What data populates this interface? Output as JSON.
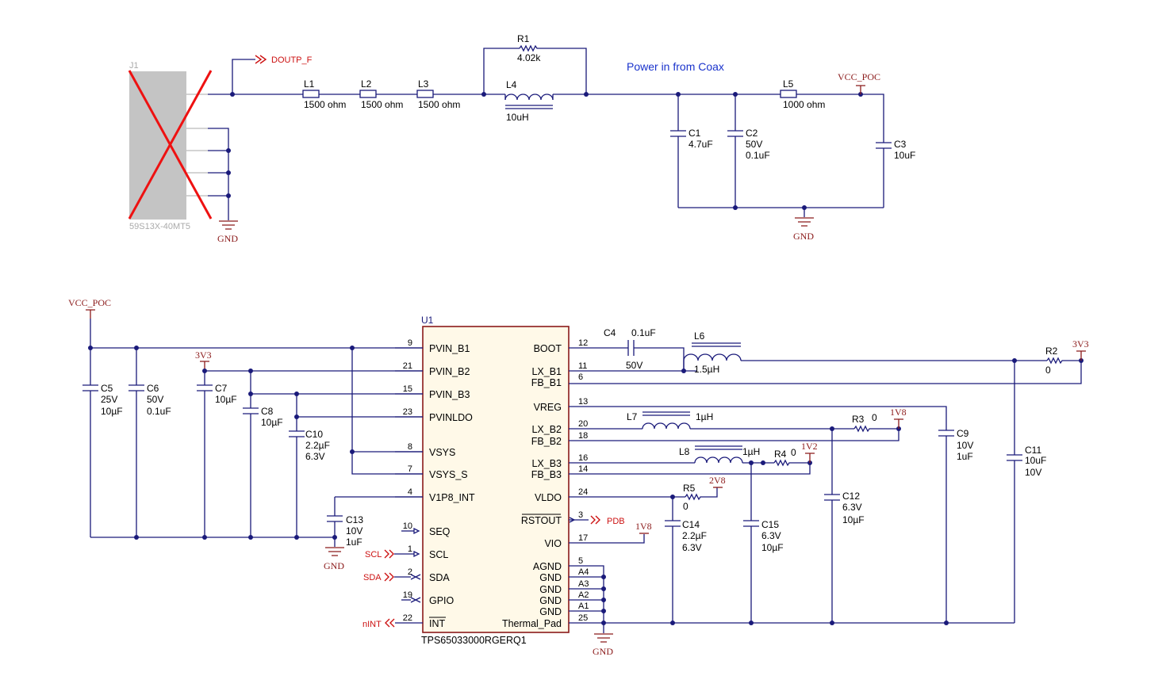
{
  "annotation": "Power in from Coax",
  "connector": {
    "ref": "J1",
    "part": "59S13X-40MT5"
  },
  "ic": {
    "ref": "U1",
    "part": "TPS65033000RGERQ1",
    "left_pins": [
      {
        "name": "PVIN_B1",
        "num": "9"
      },
      {
        "name": "PVIN_B2",
        "num": "21"
      },
      {
        "name": "PVIN_B3",
        "num": "15"
      },
      {
        "name": "PVINLDO",
        "num": "23"
      },
      {
        "name": "VSYS",
        "num": "8"
      },
      {
        "name": "VSYS_S",
        "num": "7"
      },
      {
        "name": "V1P8_INT",
        "num": "4"
      },
      {
        "name": "SEQ",
        "num": "10"
      },
      {
        "name": "SCL",
        "num": "1"
      },
      {
        "name": "SDA",
        "num": "2"
      },
      {
        "name": "GPIO",
        "num": "19"
      },
      {
        "name": "INT",
        "num": "22"
      }
    ],
    "right_pins": [
      {
        "name": "BOOT",
        "num": "12"
      },
      {
        "name": "LX_B1",
        "num": "11"
      },
      {
        "name": "FB_B1",
        "num": "6"
      },
      {
        "name": "VREG",
        "num": "13"
      },
      {
        "name": "LX_B2",
        "num": "20"
      },
      {
        "name": "FB_B2",
        "num": "18"
      },
      {
        "name": "LX_B3",
        "num": "16"
      },
      {
        "name": "FB_B3",
        "num": "14"
      },
      {
        "name": "VLDO",
        "num": "24"
      },
      {
        "name": "RSTOUT",
        "num": "3"
      },
      {
        "name": "VIO",
        "num": "17"
      },
      {
        "name": "AGND",
        "num": "5"
      },
      {
        "name": "GND",
        "num": "A4"
      },
      {
        "name": "GND",
        "num": "A3"
      },
      {
        "name": "GND",
        "num": "A2"
      },
      {
        "name": "GND",
        "num": "A1"
      },
      {
        "name": "Thermal_Pad",
        "num": "25"
      }
    ]
  },
  "components": {
    "R1": {
      "ref": "R1",
      "value": "4.02k"
    },
    "L1": {
      "ref": "L1",
      "value": "1500 ohm"
    },
    "L2": {
      "ref": "L2",
      "value": "1500 ohm"
    },
    "L3": {
      "ref": "L3",
      "value": "1500 ohm"
    },
    "L4": {
      "ref": "L4",
      "value": "10uH"
    },
    "L5": {
      "ref": "L5",
      "value": "1000 ohm"
    },
    "C1": {
      "ref": "C1",
      "value": "4.7uF"
    },
    "C2": {
      "ref": "C2",
      "v1": "50V",
      "v2": "0.1uF"
    },
    "C3": {
      "ref": "C3",
      "value": "10uF"
    },
    "C4": {
      "ref": "C4",
      "value": "0.1uF",
      "v2": "50V"
    },
    "L6": {
      "ref": "L6",
      "value": "1.5µH"
    },
    "R2": {
      "ref": "R2",
      "value": "0"
    },
    "L7": {
      "ref": "L7",
      "value": "1µH"
    },
    "R3": {
      "ref": "R3",
      "value": "0"
    },
    "L8": {
      "ref": "L8",
      "value": "1µH"
    },
    "R4": {
      "ref": "R4",
      "value": "0"
    },
    "R5": {
      "ref": "R5",
      "value": "0"
    },
    "C5": {
      "ref": "C5",
      "v1": "25V",
      "v2": "10µF"
    },
    "C6": {
      "ref": "C6",
      "v1": "50V",
      "v2": "0.1uF"
    },
    "C7": {
      "ref": "C7",
      "value": "10µF"
    },
    "C8": {
      "ref": "C8",
      "value": "10µF"
    },
    "C10": {
      "ref": "C10",
      "v1": "2.2µF",
      "v2": "6.3V"
    },
    "C13": {
      "ref": "C13",
      "v1": "10V",
      "v2": "1uF"
    },
    "C9": {
      "ref": "C9",
      "v1": "10V",
      "v2": "1uF"
    },
    "C11": {
      "ref": "C11",
      "v1": "10uF",
      "v2": "10V"
    },
    "C12": {
      "ref": "C12",
      "v1": "6.3V",
      "v2": "10µF"
    },
    "C14": {
      "ref": "C14",
      "v1": "2.2µF",
      "v2": "6.3V"
    },
    "C15": {
      "ref": "C15",
      "v1": "6.3V",
      "v2": "10µF"
    }
  },
  "nets": {
    "doutp": "DOUTP_F",
    "vcc_poc": "VCC_POC",
    "gnd": "GND",
    "v3v3": "3V3",
    "v1v8": "1V8",
    "v1v2": "1V2",
    "v2v8": "2V8",
    "pdb": "PDB",
    "scl": "SCL",
    "sda": "SDA",
    "nint": "nINT"
  }
}
